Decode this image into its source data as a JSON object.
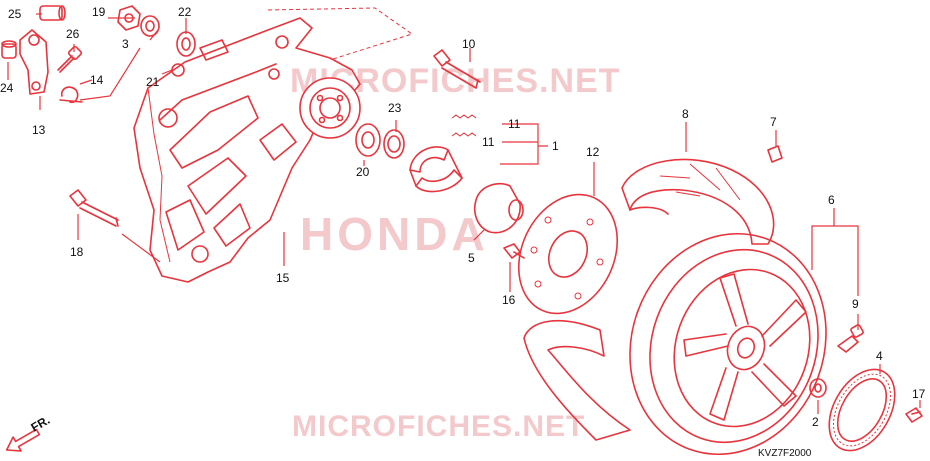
{
  "watermarks": {
    "top": "MICROFICHES.NET",
    "center": "HONDA",
    "bottom": "MICROFICHES.NET"
  },
  "direction_label": "FR.",
  "diagram_code": "KVZ7F2000",
  "callouts": {
    "p1": "1",
    "p2": "2",
    "p3": "3",
    "p4": "4",
    "p5": "5",
    "p6": "6",
    "p7": "7",
    "p8": "8",
    "p9": "9",
    "p10": "10",
    "p11a": "11",
    "p11b": "11",
    "p12": "12",
    "p13": "13",
    "p14": "14",
    "p15": "15",
    "p16": "16",
    "p17": "17",
    "p18": "18",
    "p19": "19",
    "p20": "20",
    "p21": "21",
    "p22": "22",
    "p23": "23",
    "p24": "24",
    "p25": "25",
    "p26": "26"
  },
  "colors": {
    "line": "#e8343c",
    "text": "#111111",
    "watermark": "#f3c9cb",
    "background": "#ffffff"
  }
}
